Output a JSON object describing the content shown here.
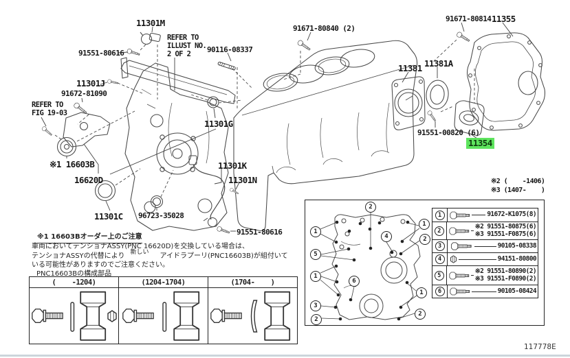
{
  "doc_number": "117778E",
  "colors": {
    "highlight": "#5ee45e",
    "line": "#3f3f3f"
  },
  "labels": {
    "part_11301M": "11301M",
    "bolt_91551_80616_top": "91551-80616",
    "refer_illust_line1": "REFER TO",
    "refer_illust_line2": "ILLUST NO.",
    "refer_illust_line3": "2 OF 2",
    "stud_90116_08337": "90116-08337",
    "bolt_91671_80840": "91671-80840 (2)",
    "bolt_91671_80814": "91671-80814",
    "part_11355": "11355",
    "part_11381": "11381",
    "part_11381A": "11381A",
    "part_11301J": "11301J",
    "bolt_91672_81090": "91672-81090",
    "refer_fig_line1": "REFER TO",
    "refer_fig_line2": "FIG 19-03",
    "part_11301G": "11301G",
    "bolt_91551_00820": "91551-00820 (6)",
    "part_11354": "11354",
    "part_16603B": "※1 16603B",
    "part_16620D": "16620D",
    "part_11301K": "11301K",
    "part_11301N": "11301N",
    "part_11301C": "11301C",
    "part_96723_35028": "96723-35028",
    "bolt_91551_80616_bottom": "91551-80616"
  },
  "note": {
    "title": "※1 16603Bオーダー上のご注意",
    "line1": "車両においてテンショナASSY(PNC 16620D)を交換している場合は、",
    "line2_pre": "テンショナASSYの代替により",
    "line2_insert": "新しい",
    "line2_post": "アイドラプーリ(PNC16603B)が組付いて",
    "line3": "いる可能性がありますのでご注意ください。",
    "subtitle": "PNC16603Bの構成部品"
  },
  "variant_table": {
    "headers": [
      "(    -1204)",
      "(1204-1704)",
      "(1704-    )"
    ]
  },
  "applicability": {
    "mark2": "※2 (    -1406)",
    "mark3": "※3 (1407-    )"
  },
  "fastener_table": {
    "rows": [
      {
        "num": "1",
        "line1": "91672-K1075(8)",
        "line2": ""
      },
      {
        "num": "2",
        "line1": "※2 91551-80875(6)",
        "line2": "※3 91551-F0875(6)"
      },
      {
        "num": "3",
        "line1": "90105-08338",
        "line2": ""
      },
      {
        "num": "4",
        "line1": "94151-80800",
        "line2": ""
      },
      {
        "num": "5",
        "line1": "※2 91551-80890(2)",
        "line2": "※3 91551-F0890(2)"
      },
      {
        "num": "6",
        "line1": "90105-08424",
        "line2": ""
      }
    ]
  },
  "callouts": [
    "2",
    "1",
    "5",
    "1",
    "3",
    "2",
    "6",
    "4",
    "1",
    "2",
    "1",
    "2"
  ]
}
